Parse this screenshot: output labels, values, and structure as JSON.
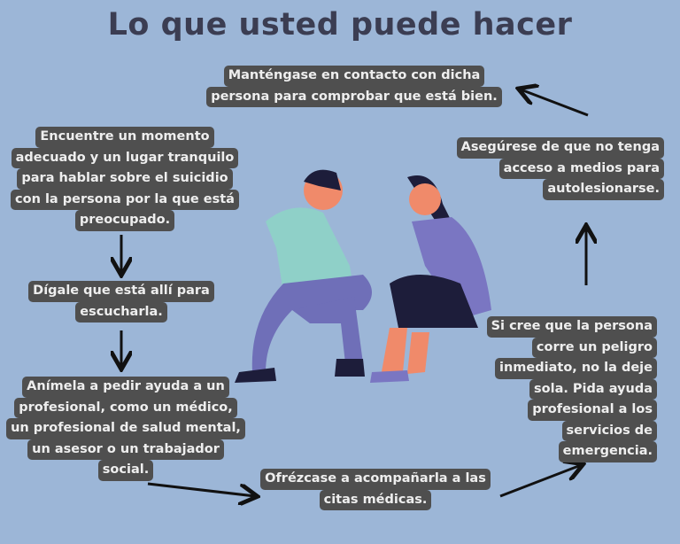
{
  "title": "Lo que usted puede hacer",
  "steps": {
    "contact": [
      "Manténgase en contacto con dicha",
      "persona para comprobar que está bien."
    ],
    "moment": [
      "Encuentre un momento",
      "adecuado y un lugar tranquilo",
      "para hablar sobre el suicidio",
      "con la persona por la que está",
      "preocupado."
    ],
    "tell": [
      "Dígale que está allí para",
      "escucharla."
    ],
    "encourage": [
      "Anímela a pedir ayuda a un",
      "profesional, como un médico,",
      "un profesional de salud mental,",
      "un asesor o un trabajador",
      "social."
    ],
    "accompany": [
      "Ofrézcase a acompañarla a las",
      "citas médicas."
    ],
    "danger": [
      "Si cree que la persona",
      "corre un peligro",
      "inmediato, no la deje",
      "sola. Pida ayuda",
      "profesional a los",
      "servicios de",
      "emergencia."
    ],
    "means": [
      "Asegúrese de que no tenga",
      "acceso a medios para",
      "autolesionarse."
    ]
  },
  "colors": {
    "background": "#9cb6d7",
    "box": "#4f4f4f",
    "text": "#eeeeee",
    "title": "#3b3d52"
  }
}
